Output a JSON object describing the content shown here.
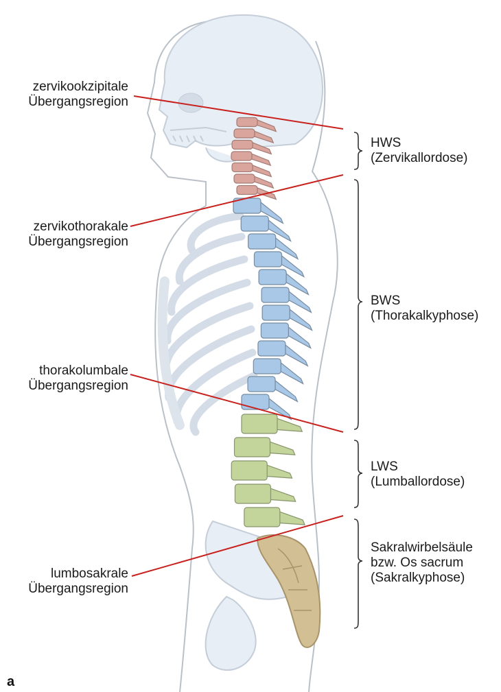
{
  "figure": {
    "panel_letter": "a",
    "colors": {
      "body_outline": "#b9c0c8",
      "bone_fill": "#e8eef5",
      "bone_stroke": "#c4cdd8",
      "cervical": "#d9a59c",
      "thoracic": "#a9c7e6",
      "lumbar": "#c3d59a",
      "sacral": "#d2bf93",
      "leader_line": "#c8211e",
      "brace": "#333333"
    },
    "left_labels": [
      {
        "id": "zervikookzipitale",
        "line1": "zervikookzipitale",
        "line2": "Übergangsregion"
      },
      {
        "id": "zervikothorakale",
        "line1": "zervikothorakale",
        "line2": "Übergangsregion"
      },
      {
        "id": "thorakolumbale",
        "line1": "thorakolumbale",
        "line2": "Übergangsregion"
      },
      {
        "id": "lumbosakrale",
        "line1": "lumbosakrale",
        "line2": "Übergangsregion"
      }
    ],
    "right_labels": [
      {
        "id": "hws",
        "lines": [
          "HWS",
          "(Zervikallordose)"
        ]
      },
      {
        "id": "bws",
        "lines": [
          "BWS",
          "(Thorakalkyphose)"
        ]
      },
      {
        "id": "lws",
        "lines": [
          "LWS",
          "(Lumballordose)"
        ]
      },
      {
        "id": "sakral",
        "lines": [
          "Sakralwirbelsäule",
          "bzw. Os sacrum",
          "(Sakralkyphose)"
        ]
      }
    ]
  }
}
